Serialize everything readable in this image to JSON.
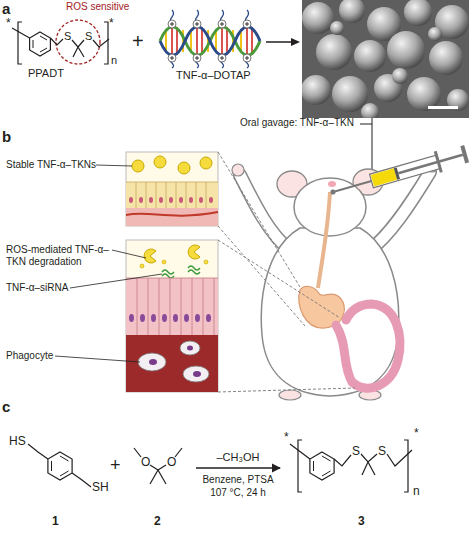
{
  "diagram": {
    "nodes": [
      {
        "text": [
          "HS",
          "SH",
          "1"
        ]
      },
      {
        "text": [
          "O",
          "O",
          "2"
        ]
      },
      {
        "text": [
          "*",
          "S",
          "S",
          "*",
          "n",
          "3"
        ]
      }
    ],
    "edges": [
      {
        "from": 1,
        "to": 2,
        "arrow": "to",
        "label": "–CH₃OH"
      }
    ],
    "labels": [
      "a",
      "ROS sensitive",
      "*",
      "S",
      "S",
      "*",
      "n",
      "PPADT",
      "+",
      "TNF-α–DOTAP",
      "Oral gavage: TNF-α–TKN",
      "b",
      "Stable TNF-α–TKNs",
      "ROS-mediated TNF-α– TKN degradation",
      "TNF-α–siRNA",
      "Phagocyte",
      "c",
      "+",
      "Benzene, PTSA",
      "107 °C, 24 h"
    ]
  }
}
